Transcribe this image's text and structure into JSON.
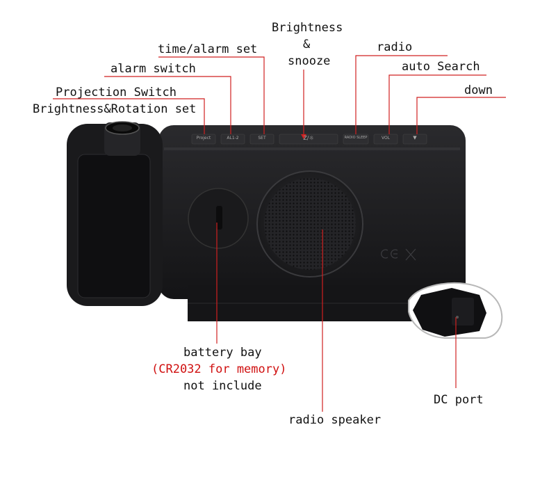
{
  "labels": {
    "brightness_snooze": [
      "Brightness",
      "&",
      "snooze"
    ],
    "time_alarm_set": "time/alarm set",
    "radio": "radio",
    "alarm_switch": "alarm switch",
    "auto_search": "auto Search",
    "projection_switch": "Projection Switch",
    "down": "down",
    "brightness_rotation": "Brightness&Rotation set",
    "battery_bay": "battery bay",
    "battery_note": "(CR2032 for memory)",
    "not_include": "not include",
    "dc_port": "DC port",
    "radio_speaker": "radio speaker"
  },
  "buttons": {
    "project": "Project",
    "al": "AL1-2",
    "set": "SET",
    "snooze": "Z/☼",
    "radio": "RADIO SLEEP",
    "vol": "VOL",
    "down": "▼"
  },
  "colors": {
    "leader_line": "#d02020",
    "device": "#1c1c1e",
    "note": "#d01010"
  }
}
